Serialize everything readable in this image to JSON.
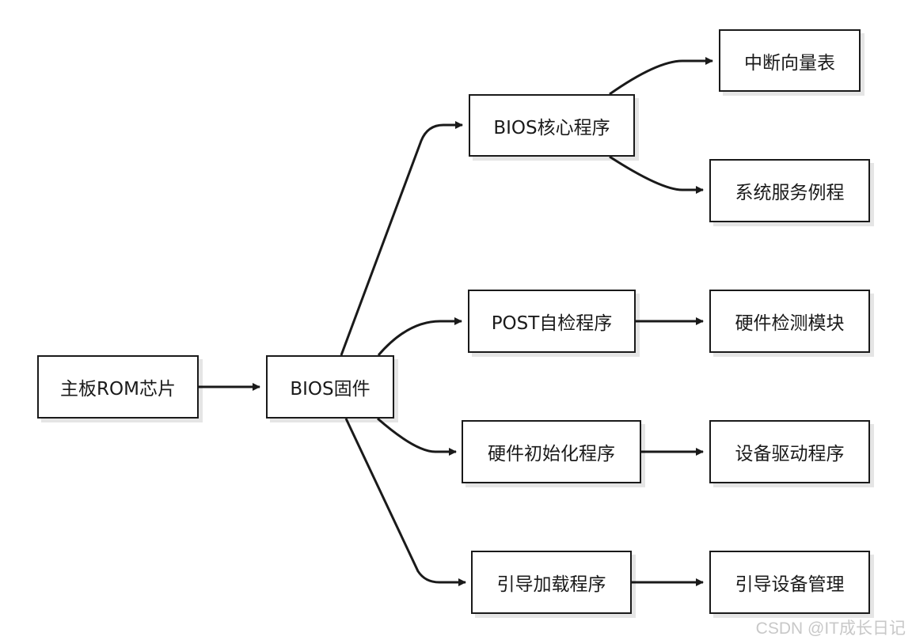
{
  "nodes": {
    "rom": "主板ROM芯片",
    "bios": "BIOS固件",
    "core": "BIOS核心程序",
    "post": "POST自检程序",
    "hwinit": "硬件初始化程序",
    "boot": "引导加载程序",
    "ivt": "中断向量表",
    "svc": "系统服务例程",
    "hwcheck": "硬件检测模块",
    "driver": "设备驱动程序",
    "bootmgr": "引导设备管理"
  },
  "edges": [
    [
      "rom",
      "bios"
    ],
    [
      "bios",
      "core"
    ],
    [
      "bios",
      "post"
    ],
    [
      "bios",
      "hwinit"
    ],
    [
      "bios",
      "boot"
    ],
    [
      "core",
      "ivt"
    ],
    [
      "core",
      "svc"
    ],
    [
      "post",
      "hwcheck"
    ],
    [
      "hwinit",
      "driver"
    ],
    [
      "boot",
      "bootmgr"
    ]
  ],
  "colors": {
    "stroke": "#1a1a1a",
    "fill": "#ffffff",
    "watermark": "#c8c8c8"
  },
  "watermark": "CSDN @IT成长日记"
}
